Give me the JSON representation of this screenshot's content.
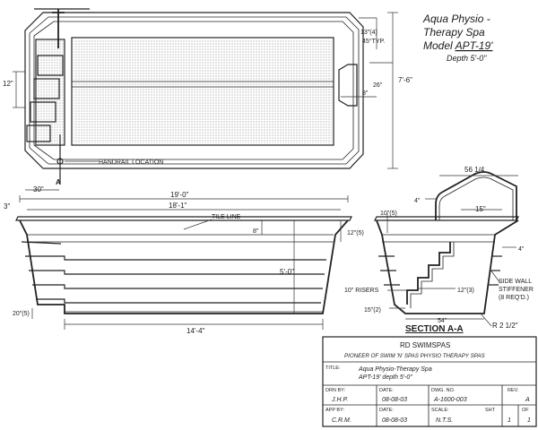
{
  "title_block_header": {
    "title_lines": [
      "Aqua Physio -",
      "Therapy Spa"
    ],
    "model_prefix": "Model ",
    "model": "APT-19'",
    "depth": "Depth 5'-0\""
  },
  "plan_view": {
    "handrail_label": "HANDRAIL LOCATION",
    "dim_13": "13\"(4)",
    "dim_45": "45°TYP.",
    "dim_12": "12\"",
    "dim_26": "26\"",
    "dim_7_6": "7'-6\"",
    "dim_8": "8\"",
    "dim_30": "30\"",
    "section_marker": "A"
  },
  "elevation": {
    "dim_19": "19'-0\"",
    "dim_18_1": "18'-1\"",
    "dim_3": "3\"",
    "tile_line": "TILE LINE",
    "dim_8": "8\"",
    "dim_12_5": "12\"(5)",
    "dim_5_0": "5'-0\"",
    "dim_20_5": "20\"(5)",
    "dim_14_4": "14'-4\""
  },
  "section": {
    "dim_56": "56 1/4",
    "dim_4_top": "4\"",
    "dim_15": "15\"",
    "dim_10_5": "10\"(5)",
    "dim_4_side": "4\"",
    "side_wall": [
      "SIDE WALL",
      "STIFFENER",
      "(8 REQ'D.)"
    ],
    "risers": "10\" RISERS",
    "dim_12_3": "12\"(3)",
    "dim_15_2": "15\"(2)",
    "dim_54": "54\"",
    "radius": "R 2 1/2\"",
    "title": "SECTION A-A"
  },
  "title_block": {
    "company": "RD SWIMSPAS",
    "tagline": "PIONEER OF SWIM 'N' SPAS   PHYSIO THERAPY SPAS",
    "title_label": "TITLE:",
    "title_line1": "Aqua Physio-Therapy Spa",
    "title_line2": "APT-19'  depth 5'-0\"",
    "drn_label": "DRN BY:",
    "drn_value": "J.H.P.",
    "date_label": "DATE:",
    "date1": "08-08-03",
    "dwg_label": "DWG. NO.",
    "dwg_value": "A-1600-003",
    "rev_label": "REV.",
    "rev_value": "A",
    "app_label": "APP BY:",
    "app_value": "C.R.M.",
    "date2": "08-08-03",
    "scale_label": "SCALE:",
    "scale_value": "N.T.S.",
    "sht_label": "SHT",
    "sht_value": "1",
    "of_label": "OF",
    "of_value": "1"
  }
}
